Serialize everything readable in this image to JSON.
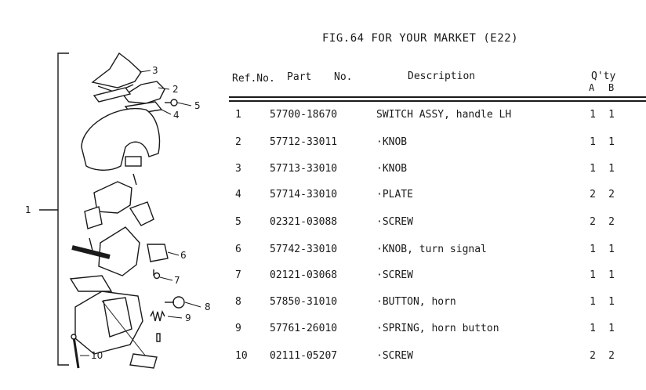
{
  "title": "FIG.64  FOR YOUR MARKET (E22)",
  "columns": {
    "ref": "Ref.No.",
    "part": "Part",
    "no": "No.",
    "description": "Description",
    "qty": "Q'ty",
    "qty_a": "A",
    "qty_b": "B"
  },
  "diagram_labels": [
    "1",
    "2",
    "3",
    "4",
    "5",
    "6",
    "7",
    "8",
    "9",
    "10"
  ],
  "rows": [
    {
      "ref": "1",
      "part": "57700-18670",
      "desc": "SWITCH ASSY, handle LH",
      "a": "1",
      "b": "1"
    },
    {
      "ref": "2",
      "part": "57712-33011",
      "desc": "·KNOB",
      "a": "1",
      "b": "1"
    },
    {
      "ref": "3",
      "part": "57713-33010",
      "desc": "·KNOB",
      "a": "1",
      "b": "1"
    },
    {
      "ref": "4",
      "part": "57714-33010",
      "desc": "·PLATE",
      "a": "2",
      "b": "2"
    },
    {
      "ref": "5",
      "part": "02321-03088",
      "desc": "·SCREW",
      "a": "2",
      "b": "2"
    },
    {
      "ref": "6",
      "part": "57742-33010",
      "desc": "·KNOB, turn signal",
      "a": "1",
      "b": "1"
    },
    {
      "ref": "7",
      "part": "02121-03068",
      "desc": "·SCREW",
      "a": "1",
      "b": "1"
    },
    {
      "ref": "8",
      "part": "57850-31010",
      "desc": "·BUTTON, horn",
      "a": "1",
      "b": "1"
    },
    {
      "ref": "9",
      "part": "57761-26010",
      "desc": "·SPRING, horn button",
      "a": "1",
      "b": "1"
    },
    {
      "ref": "10",
      "part": "02111-05207",
      "desc": "·SCREW",
      "a": "2",
      "b": "2"
    }
  ]
}
